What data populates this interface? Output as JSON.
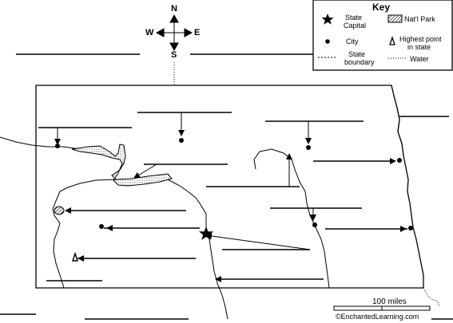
{
  "compass": {
    "north": "N",
    "south": "S",
    "east": "E",
    "west": "W"
  },
  "key": {
    "title": "Key",
    "items": [
      {
        "icon": "star-icon",
        "label_line1": "State",
        "label_line2": "Capital"
      },
      {
        "icon": "hatched-box-icon",
        "label_line1": "Nat'l Park",
        "label_line2": ""
      },
      {
        "icon": "dot-icon",
        "label_line1": "City",
        "label_line2": ""
      },
      {
        "icon": "triangle-icon",
        "label_line1": "Highest point",
        "label_line2": "in state"
      },
      {
        "icon": "dashed-line-icon",
        "label_line1": "State",
        "label_line2": "boundary"
      },
      {
        "icon": "stippled-line-icon",
        "label_line1": "Water",
        "label_line2": ""
      }
    ]
  },
  "scale": {
    "label": "100 miles"
  },
  "credit": "©EnchantedLearning.com",
  "colors": {
    "ink": "#000000",
    "background": "#ffffff",
    "water": "#ffffff"
  }
}
